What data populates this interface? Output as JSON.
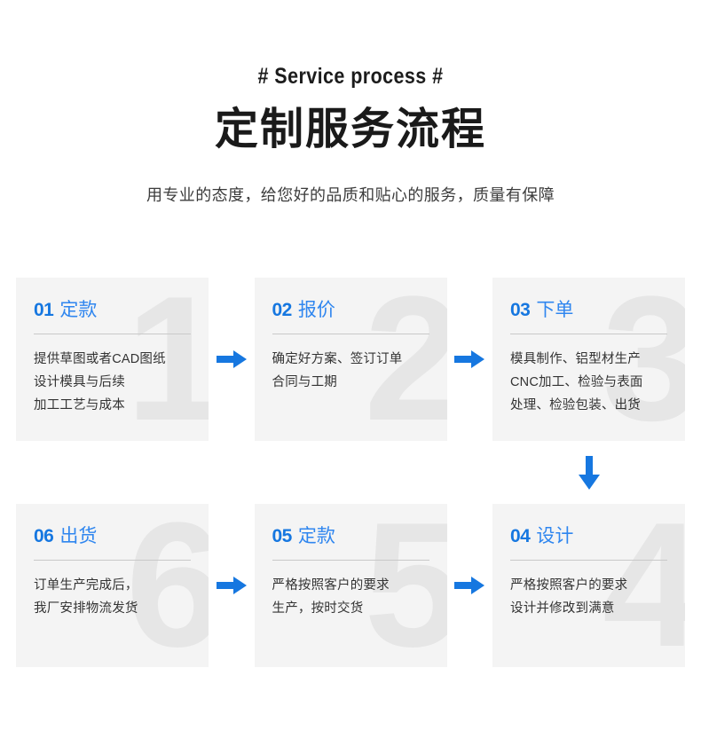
{
  "header": {
    "eyebrow": "# Service process #",
    "title": "定制服务流程",
    "subtitle": "用专业的态度，给您好的品质和贴心的服务，质量有保障"
  },
  "colors": {
    "accent_blue": "#1677e0",
    "title_blue": "#2f86ef",
    "card_background": "#f4f4f4",
    "watermark_gray": "#e6e6e6",
    "divider_gray": "#c9c9c9",
    "page_background": "#ffffff"
  },
  "steps": [
    {
      "number": "01",
      "title": "定款",
      "watermark": "1",
      "lines": [
        "提供草图或者CAD图纸",
        "设计模具与后续",
        "加工工艺与成本"
      ]
    },
    {
      "number": "02",
      "title": "报价",
      "watermark": "2",
      "lines": [
        "确定好方案、签订订单",
        "合同与工期"
      ]
    },
    {
      "number": "03",
      "title": "下单",
      "watermark": "3",
      "lines": [
        "模具制作、铝型材生产",
        "CNC加工、检验与表面",
        "处理、检验包装、出货"
      ]
    },
    {
      "number": "06",
      "title": "出货",
      "watermark": "6",
      "lines": [
        "订单生产完成后，",
        "我厂安排物流发货"
      ]
    },
    {
      "number": "05",
      "title": "定款",
      "watermark": "5",
      "lines": [
        "严格按照客户的要求",
        "生产，按时交货"
      ]
    },
    {
      "number": "04",
      "title": "设计",
      "watermark": "4",
      "lines": [
        "严格按照客户的要求",
        "设计并修改到满意"
      ]
    }
  ],
  "arrows": {
    "right_icon": "arrow-right-icon",
    "down_icon": "arrow-down-icon"
  }
}
